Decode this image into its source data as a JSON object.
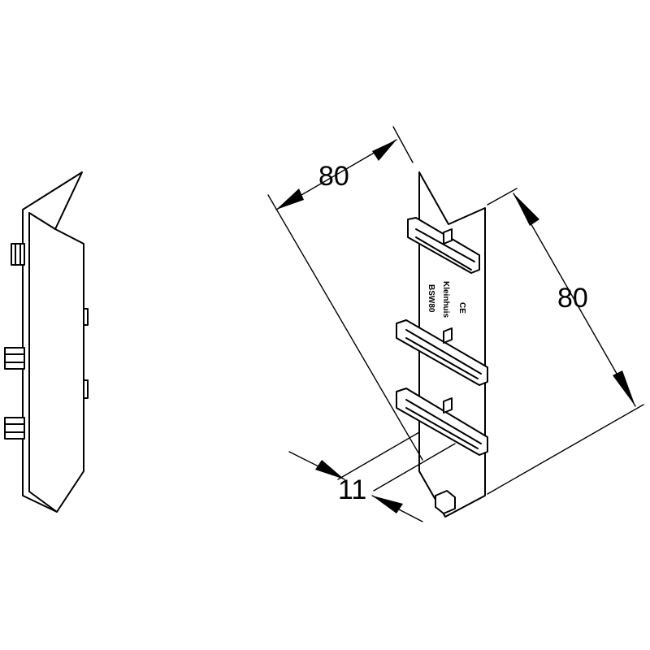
{
  "dimensions": {
    "width": "80",
    "height": "80",
    "thickness": "11"
  },
  "markings": {
    "model": "BSW80",
    "brand": "Kleinhuis",
    "conformity": "CE"
  }
}
